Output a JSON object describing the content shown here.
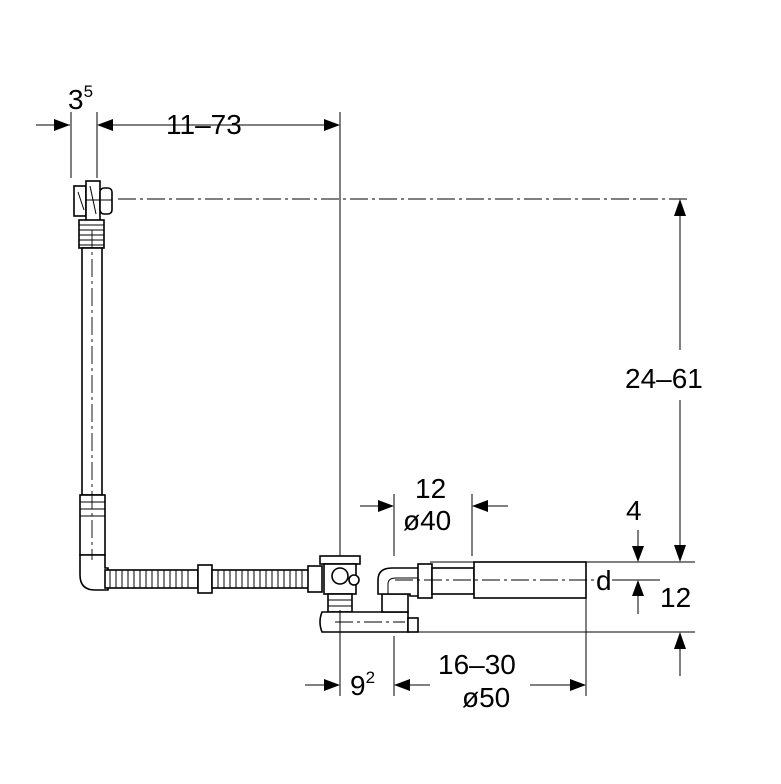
{
  "dimensions": {
    "overflow_offset": {
      "main": "3",
      "sup": "5"
    },
    "horizontal_span": "11–73",
    "vertical_span": "24–61",
    "outlet_width": "12",
    "outlet_diameter": "ø40",
    "top_offset": "4",
    "pipe_label": "d",
    "pipe_offset": "12",
    "waste_offset": {
      "main": "9",
      "sup": "2"
    },
    "outlet_length": "16–30",
    "waste_diameter": "ø50"
  }
}
